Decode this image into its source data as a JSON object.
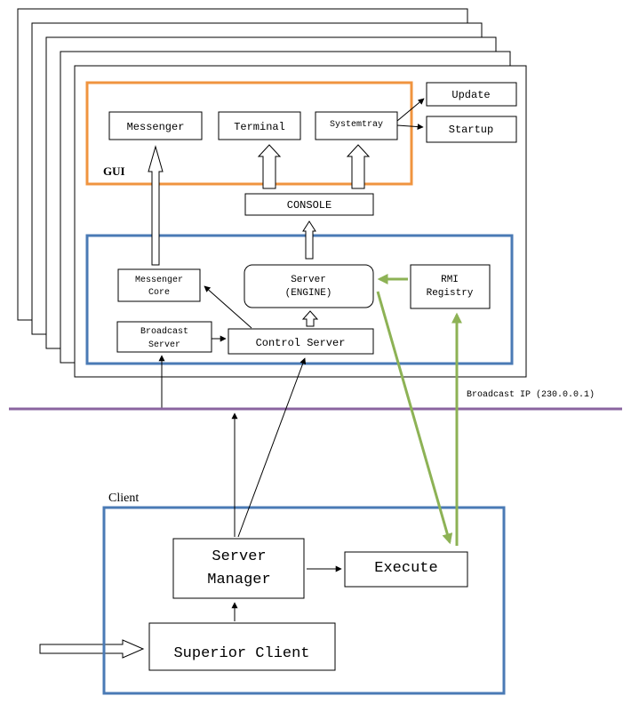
{
  "colors": {
    "gui_border": "#f0943f",
    "gui_label": "#e07020",
    "server_border": "#4a7ab5",
    "client_border": "#4a7ab5",
    "network_line": "#8a64a0",
    "rmi_arrows": "#8db255"
  },
  "gui": {
    "label": "GUI"
  },
  "nodes": {
    "messenger": "Messenger",
    "terminal": "Terminal",
    "systemtray": "Systemtray",
    "update": "Update",
    "startup": "Startup",
    "console": "CONSOLE",
    "messenger_core": [
      "Messenger",
      "Core"
    ],
    "server_engine": [
      "Server",
      "(ENGINE)"
    ],
    "rmi_registry": [
      "RMI",
      "Registry"
    ],
    "broadcast_server": [
      "Broadcast",
      "Server"
    ],
    "control_server": "Control Server",
    "server_manager": [
      "Server",
      "Manager"
    ],
    "execute": "Execute",
    "superior_client": "Superior Client"
  },
  "network": {
    "label": "Broadcast IP (230.0.0.1)"
  },
  "client": {
    "label": "Client"
  }
}
